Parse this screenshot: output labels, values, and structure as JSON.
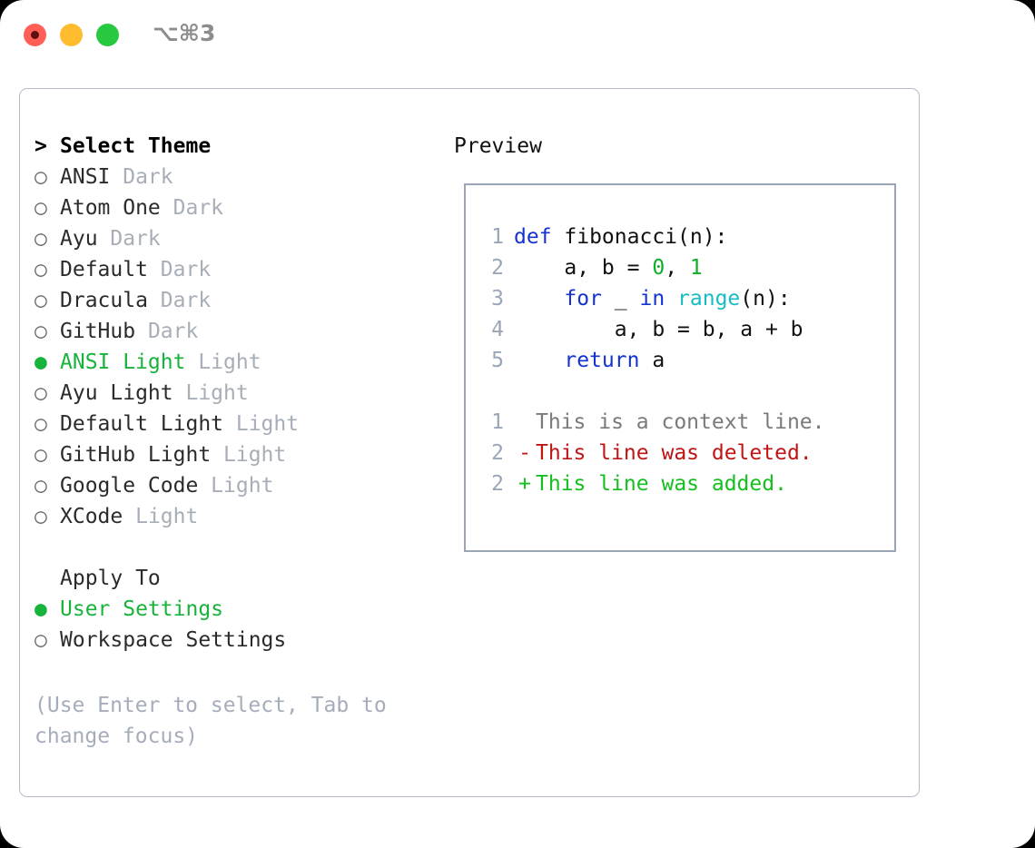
{
  "titlebar": {
    "shortcut_label": "⌥⌘3",
    "buttons": [
      {
        "name": "close",
        "color": "#ff5f57"
      },
      {
        "name": "minimize",
        "color": "#febc2e"
      },
      {
        "name": "zoom",
        "color": "#28c840"
      }
    ]
  },
  "theme_list": {
    "header_prefix": "> ",
    "header_label": "Select Theme",
    "items": [
      {
        "bullet": "○ ",
        "name": "ANSI",
        "variant": " Dark",
        "selected": false
      },
      {
        "bullet": "○ ",
        "name": "Atom One",
        "variant": " Dark",
        "selected": false
      },
      {
        "bullet": "○ ",
        "name": "Ayu",
        "variant": " Dark",
        "selected": false
      },
      {
        "bullet": "○ ",
        "name": "Default",
        "variant": " Dark",
        "selected": false
      },
      {
        "bullet": "○ ",
        "name": "Dracula",
        "variant": " Dark",
        "selected": false
      },
      {
        "bullet": "○ ",
        "name": "GitHub",
        "variant": " Dark",
        "selected": false
      },
      {
        "bullet": "● ",
        "name": "ANSI Light",
        "variant": " Light",
        "selected": true
      },
      {
        "bullet": "○ ",
        "name": "Ayu Light",
        "variant": " Light",
        "selected": false
      },
      {
        "bullet": "○ ",
        "name": "Default Light",
        "variant": " Light",
        "selected": false
      },
      {
        "bullet": "○ ",
        "name": "GitHub Light",
        "variant": " Light",
        "selected": false
      },
      {
        "bullet": "○ ",
        "name": "Google Code",
        "variant": " Light",
        "selected": false
      },
      {
        "bullet": "○ ",
        "name": "XCode",
        "variant": " Light",
        "selected": false
      }
    ]
  },
  "apply_to": {
    "header_prefix": "  ",
    "header_label": "Apply To",
    "items": [
      {
        "bullet": "● ",
        "name": "User Settings",
        "selected": true
      },
      {
        "bullet": "○ ",
        "name": "Workspace Settings",
        "selected": false
      }
    ]
  },
  "hint": {
    "text": "(Use Enter to select, Tab to change focus)"
  },
  "preview": {
    "label": "Preview",
    "code_lines": [
      {
        "number": "1",
        "tokens": [
          {
            "text": "def",
            "style": "kw"
          },
          {
            "text": " fibonacci(n):",
            "style": "plain"
          }
        ]
      },
      {
        "number": "2",
        "tokens": [
          {
            "text": "    a, b = ",
            "style": "plain"
          },
          {
            "text": "0",
            "style": "num"
          },
          {
            "text": ", ",
            "style": "plain"
          },
          {
            "text": "1",
            "style": "num"
          }
        ]
      },
      {
        "number": "3",
        "tokens": [
          {
            "text": "    ",
            "style": "plain"
          },
          {
            "text": "for",
            "style": "kw"
          },
          {
            "text": " _ ",
            "style": "plain"
          },
          {
            "text": "in",
            "style": "kw"
          },
          {
            "text": " ",
            "style": "plain"
          },
          {
            "text": "range",
            "style": "fn"
          },
          {
            "text": "(n):",
            "style": "plain"
          }
        ]
      },
      {
        "number": "4",
        "tokens": [
          {
            "text": "        a, b = b, a + b",
            "style": "plain"
          }
        ]
      },
      {
        "number": "5",
        "tokens": [
          {
            "text": "    ",
            "style": "plain"
          },
          {
            "text": "return",
            "style": "kw"
          },
          {
            "text": " a",
            "style": "plain"
          }
        ]
      }
    ],
    "diff_lines": [
      {
        "number": "1",
        "mark": " ",
        "text": "This is a context line.",
        "kind": "ctx"
      },
      {
        "number": "2",
        "mark": "-",
        "text": "This line was deleted.",
        "kind": "del"
      },
      {
        "number": "2",
        "mark": "+",
        "text": "This line was added.",
        "kind": "add"
      }
    ]
  },
  "colors": {
    "selected_green": "#18b33a",
    "keyword_blue": "#1432d2",
    "function_cyan": "#17bcc4",
    "number_green": "#0bb026",
    "diff_delete_red": "#c11414",
    "diff_add_green": "#14bf1e",
    "muted_gray": "#a7aeb8",
    "border_gray": "#9aa6b8"
  }
}
